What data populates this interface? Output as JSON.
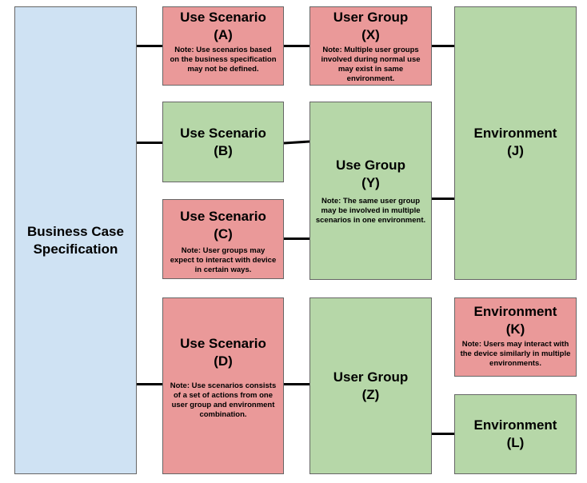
{
  "business_case": {
    "line1": "Business Case",
    "line2": "Specification"
  },
  "scenarios": [
    {
      "title": "Use Scenario",
      "id": "(A)",
      "note": "Note: Use scenarios based on the business specification may not be defined."
    },
    {
      "title": "Use Scenario",
      "id": "(B)",
      "note": ""
    },
    {
      "title": "Use Scenario",
      "id": "(C)",
      "note": "Note: User groups may expect to interact with device in certain ways."
    },
    {
      "title": "Use Scenario",
      "id": "(D)",
      "note": "Note: Use scenarios consists of a set of actions from one user group and environment combination."
    }
  ],
  "groups": [
    {
      "title": "User Group",
      "id": "(X)",
      "note": "Note: Multiple user groups involved during normal use may exist in same environment."
    },
    {
      "title": "Use Group",
      "id": "(Y)",
      "note": "Note: The same user group may be involved in multiple scenarios in one environment."
    },
    {
      "title": "User Group",
      "id": "(Z)",
      "note": ""
    }
  ],
  "environments": [
    {
      "title": "Environment",
      "id": "(J)",
      "note": ""
    },
    {
      "title": "Environment",
      "id": "(K)",
      "note": "Note: Users may interact with the device similarly in multiple environments."
    },
    {
      "title": "Environment",
      "id": "(L)",
      "note": ""
    }
  ],
  "colors": {
    "blue": "#cfe2f3",
    "green": "#b6d7a8",
    "red": "#ea9999",
    "border": "#666666"
  }
}
